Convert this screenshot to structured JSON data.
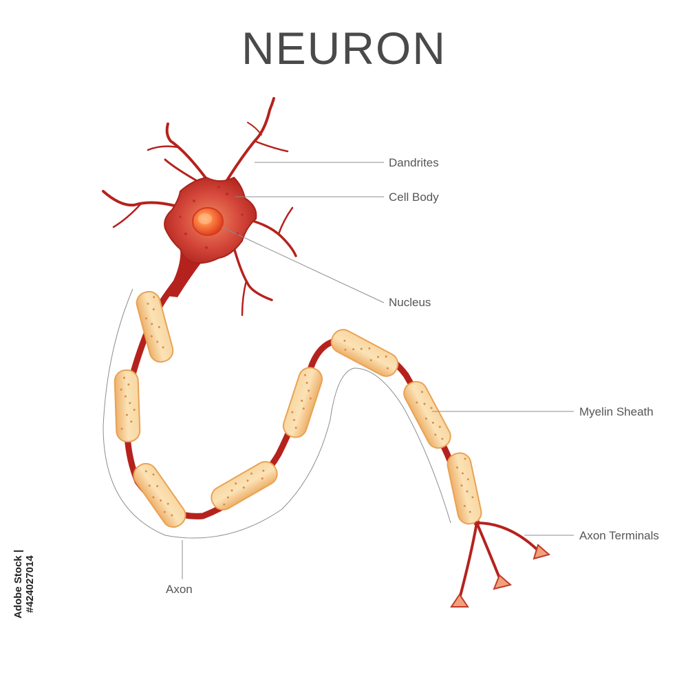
{
  "title": "NEURON",
  "labels": {
    "dendrites": "Dandrites",
    "cell_body": "Cell Body",
    "nucleus": "Nucleus",
    "myelin_sheath": "Myelin Sheath",
    "axon_terminals": "Axon Terminals",
    "axon": "Axon"
  },
  "stock_id": "Adobe Stock | #424027014",
  "colors": {
    "title": "#4a4a4a",
    "label": "#555555",
    "leader": "#8c8c8c",
    "axon": "#b5221d",
    "cell_body": "#c7392c",
    "nucleus": "#f26a3c",
    "myelin": "#f6c98a",
    "myelin_edge": "#e9a253"
  }
}
